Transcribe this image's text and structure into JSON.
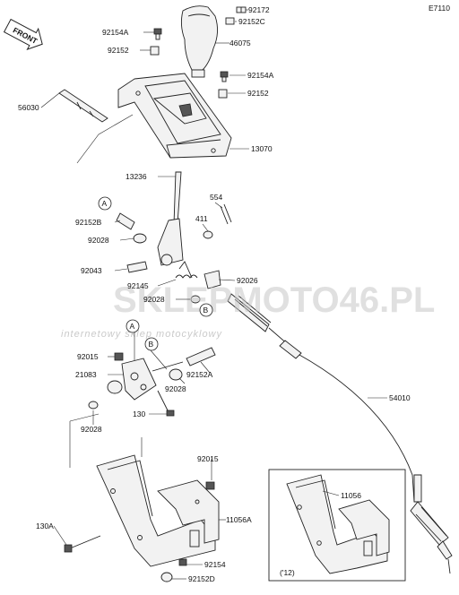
{
  "figure_code": "E7110",
  "front_label": "FRONT",
  "year_note": "('12)",
  "callouts": {
    "a": "A",
    "b": "B"
  },
  "parts": {
    "p92172": "92172",
    "p92152C": "92152C",
    "p92154A_top": "92154A",
    "p46075": "46075",
    "p92152_left": "92152",
    "p92154A_right": "92154A",
    "p92152_right": "92152",
    "p56030": "56030",
    "p13070": "13070",
    "p13236": "13236",
    "p554": "554",
    "p411": "411",
    "p92152B": "92152B",
    "p92028_a": "92028",
    "p92043": "92043",
    "p92026": "92026",
    "p92145": "92145",
    "p92028_b": "92028",
    "p92015_a": "92015",
    "p21083": "21083",
    "p92152A": "92152A",
    "p92028_c": "92028",
    "p130": "130",
    "p92028_d": "92028",
    "p54010": "54010",
    "p92015_b": "92015",
    "p11056_inset": "11056",
    "p11056A": "11056A",
    "p130A": "130A",
    "p92154": "92154",
    "p92152D": "92152D"
  },
  "watermark": {
    "brand": "SKLEPMOTO46.PL",
    "tagline": "internetowy sklep motocyklowy"
  }
}
